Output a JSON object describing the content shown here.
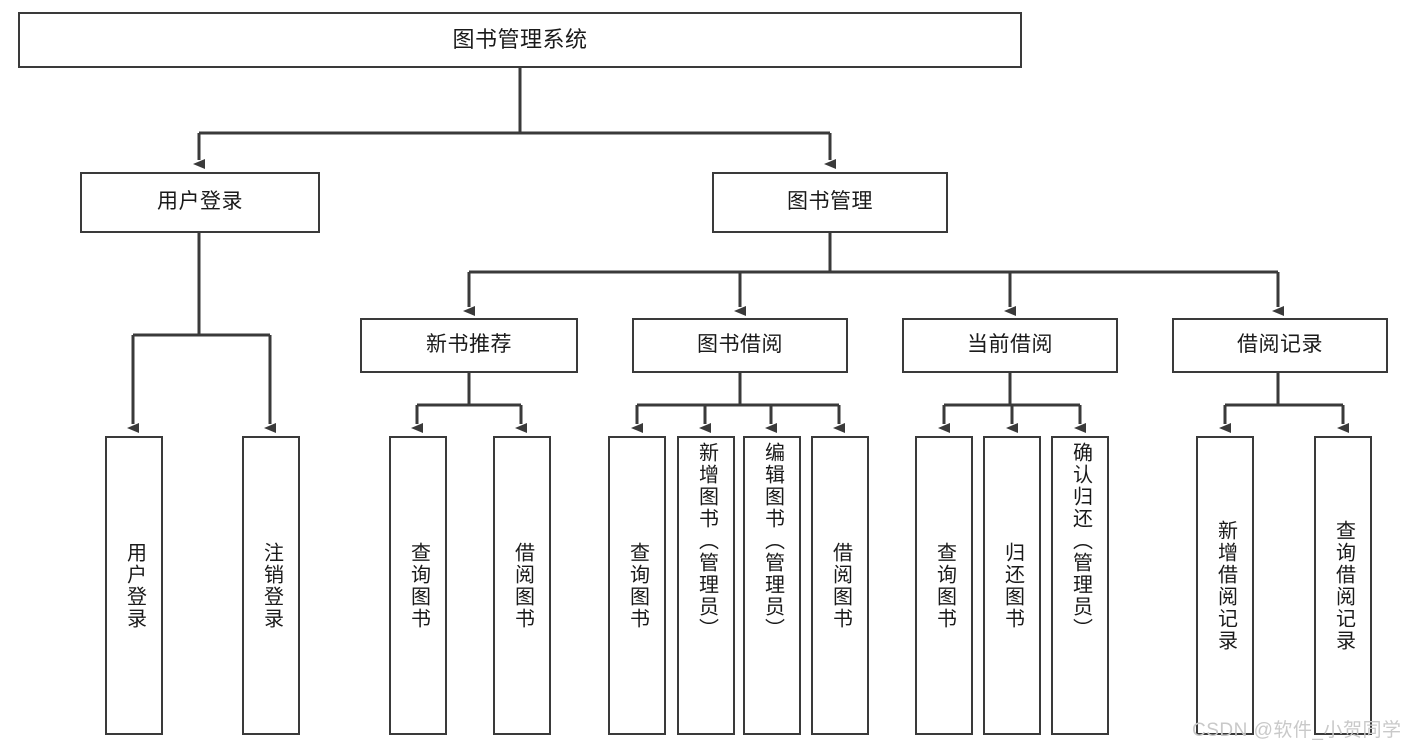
{
  "diagram": {
    "title": "图书管理系统",
    "type": "hierarchy-tree",
    "root": {
      "label": "图书管理系统"
    },
    "level1": [
      {
        "label": "用户登录"
      },
      {
        "label": "图书管理"
      }
    ],
    "level2": [
      {
        "label": "新书推荐"
      },
      {
        "label": "图书借阅"
      },
      {
        "label": "当前借阅"
      },
      {
        "label": "借阅记录"
      }
    ],
    "leaves": {
      "user_login": [
        {
          "label": "用户登录"
        },
        {
          "label": "注销登录"
        }
      ],
      "new_book_recommend": [
        {
          "label": "查询图书"
        },
        {
          "label": "借阅图书"
        }
      ],
      "book_borrow": [
        {
          "label": "查询图书"
        },
        {
          "label": "新增图书（管理员）"
        },
        {
          "label": "编辑图书（管理员）"
        },
        {
          "label": "借阅图书"
        }
      ],
      "current_borrow": [
        {
          "label": "查询图书"
        },
        {
          "label": "归还图书"
        },
        {
          "label": "确认归还（管理员）"
        }
      ],
      "borrow_record": [
        {
          "label": "新增借阅记录"
        },
        {
          "label": "查询借阅记录"
        }
      ]
    }
  },
  "watermark": {
    "text": "CSDN @软件_小贺同学"
  },
  "colors": {
    "stroke": "#3a3a3a",
    "background": "#ffffff",
    "text": "#1a1a1a",
    "watermark": "#c9c9c9"
  }
}
